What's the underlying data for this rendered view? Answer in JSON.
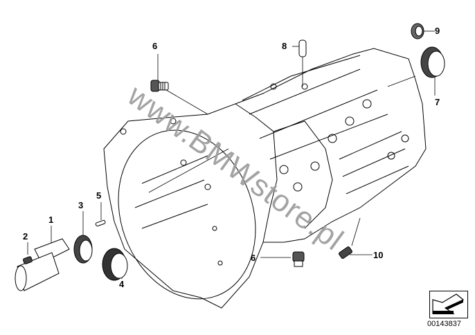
{
  "diagram": {
    "watermark": "www.BMWstore.pl",
    "diagram_number": "00143837",
    "callouts": [
      {
        "id": "c6-top",
        "label": "6"
      },
      {
        "id": "c8",
        "label": "8"
      },
      {
        "id": "c9",
        "label": "9"
      },
      {
        "id": "c7",
        "label": "7"
      },
      {
        "id": "c3",
        "label": "3"
      },
      {
        "id": "c5",
        "label": "5"
      },
      {
        "id": "c1",
        "label": "1"
      },
      {
        "id": "c2",
        "label": "2"
      },
      {
        "id": "c4",
        "label": "4"
      },
      {
        "id": "c6-bottom",
        "label": "6"
      },
      {
        "id": "c10",
        "label": "10"
      }
    ]
  }
}
